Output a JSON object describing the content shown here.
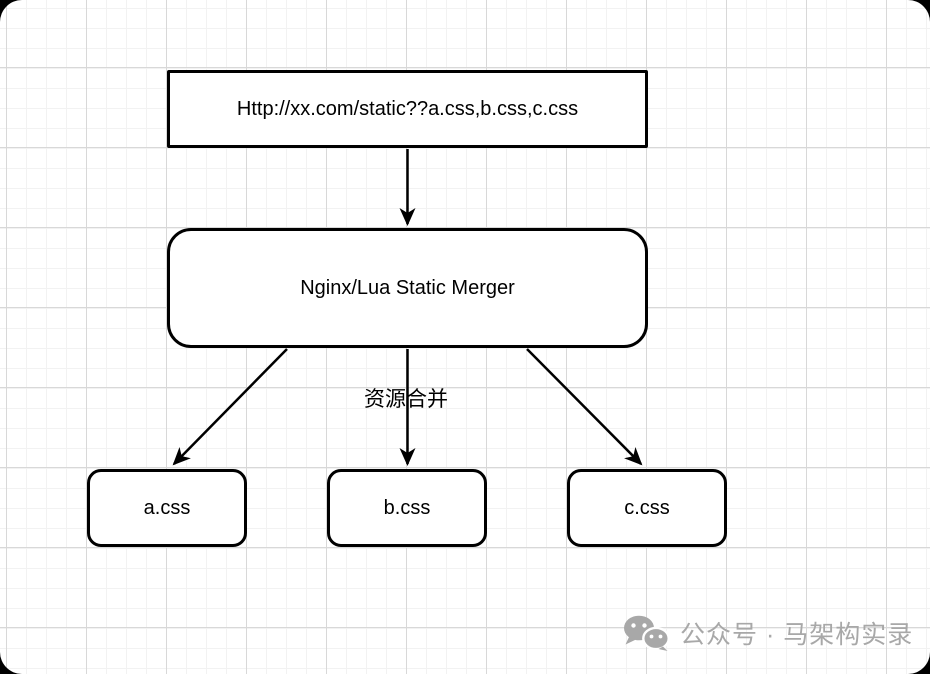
{
  "diagram": {
    "url_box": {
      "label": "Http://xx.com/static??a.css,b.css,c.css"
    },
    "merger_box": {
      "label": "Nginx/Lua Static Merger"
    },
    "merge_label": "资源合并",
    "outputs": [
      {
        "label": "a.css"
      },
      {
        "label": "b.css"
      },
      {
        "label": "c.css"
      }
    ]
  },
  "watermark": {
    "icon": "wechat-icon",
    "text": "公众号 · 马架构实录"
  },
  "colors": {
    "stroke": "#000000",
    "background": "#ffffff",
    "grid_minor": "#f2f2f2",
    "grid_major": "#d8d8d8",
    "watermark_gray": "#a8a8a8",
    "outer_background": "#000000"
  }
}
